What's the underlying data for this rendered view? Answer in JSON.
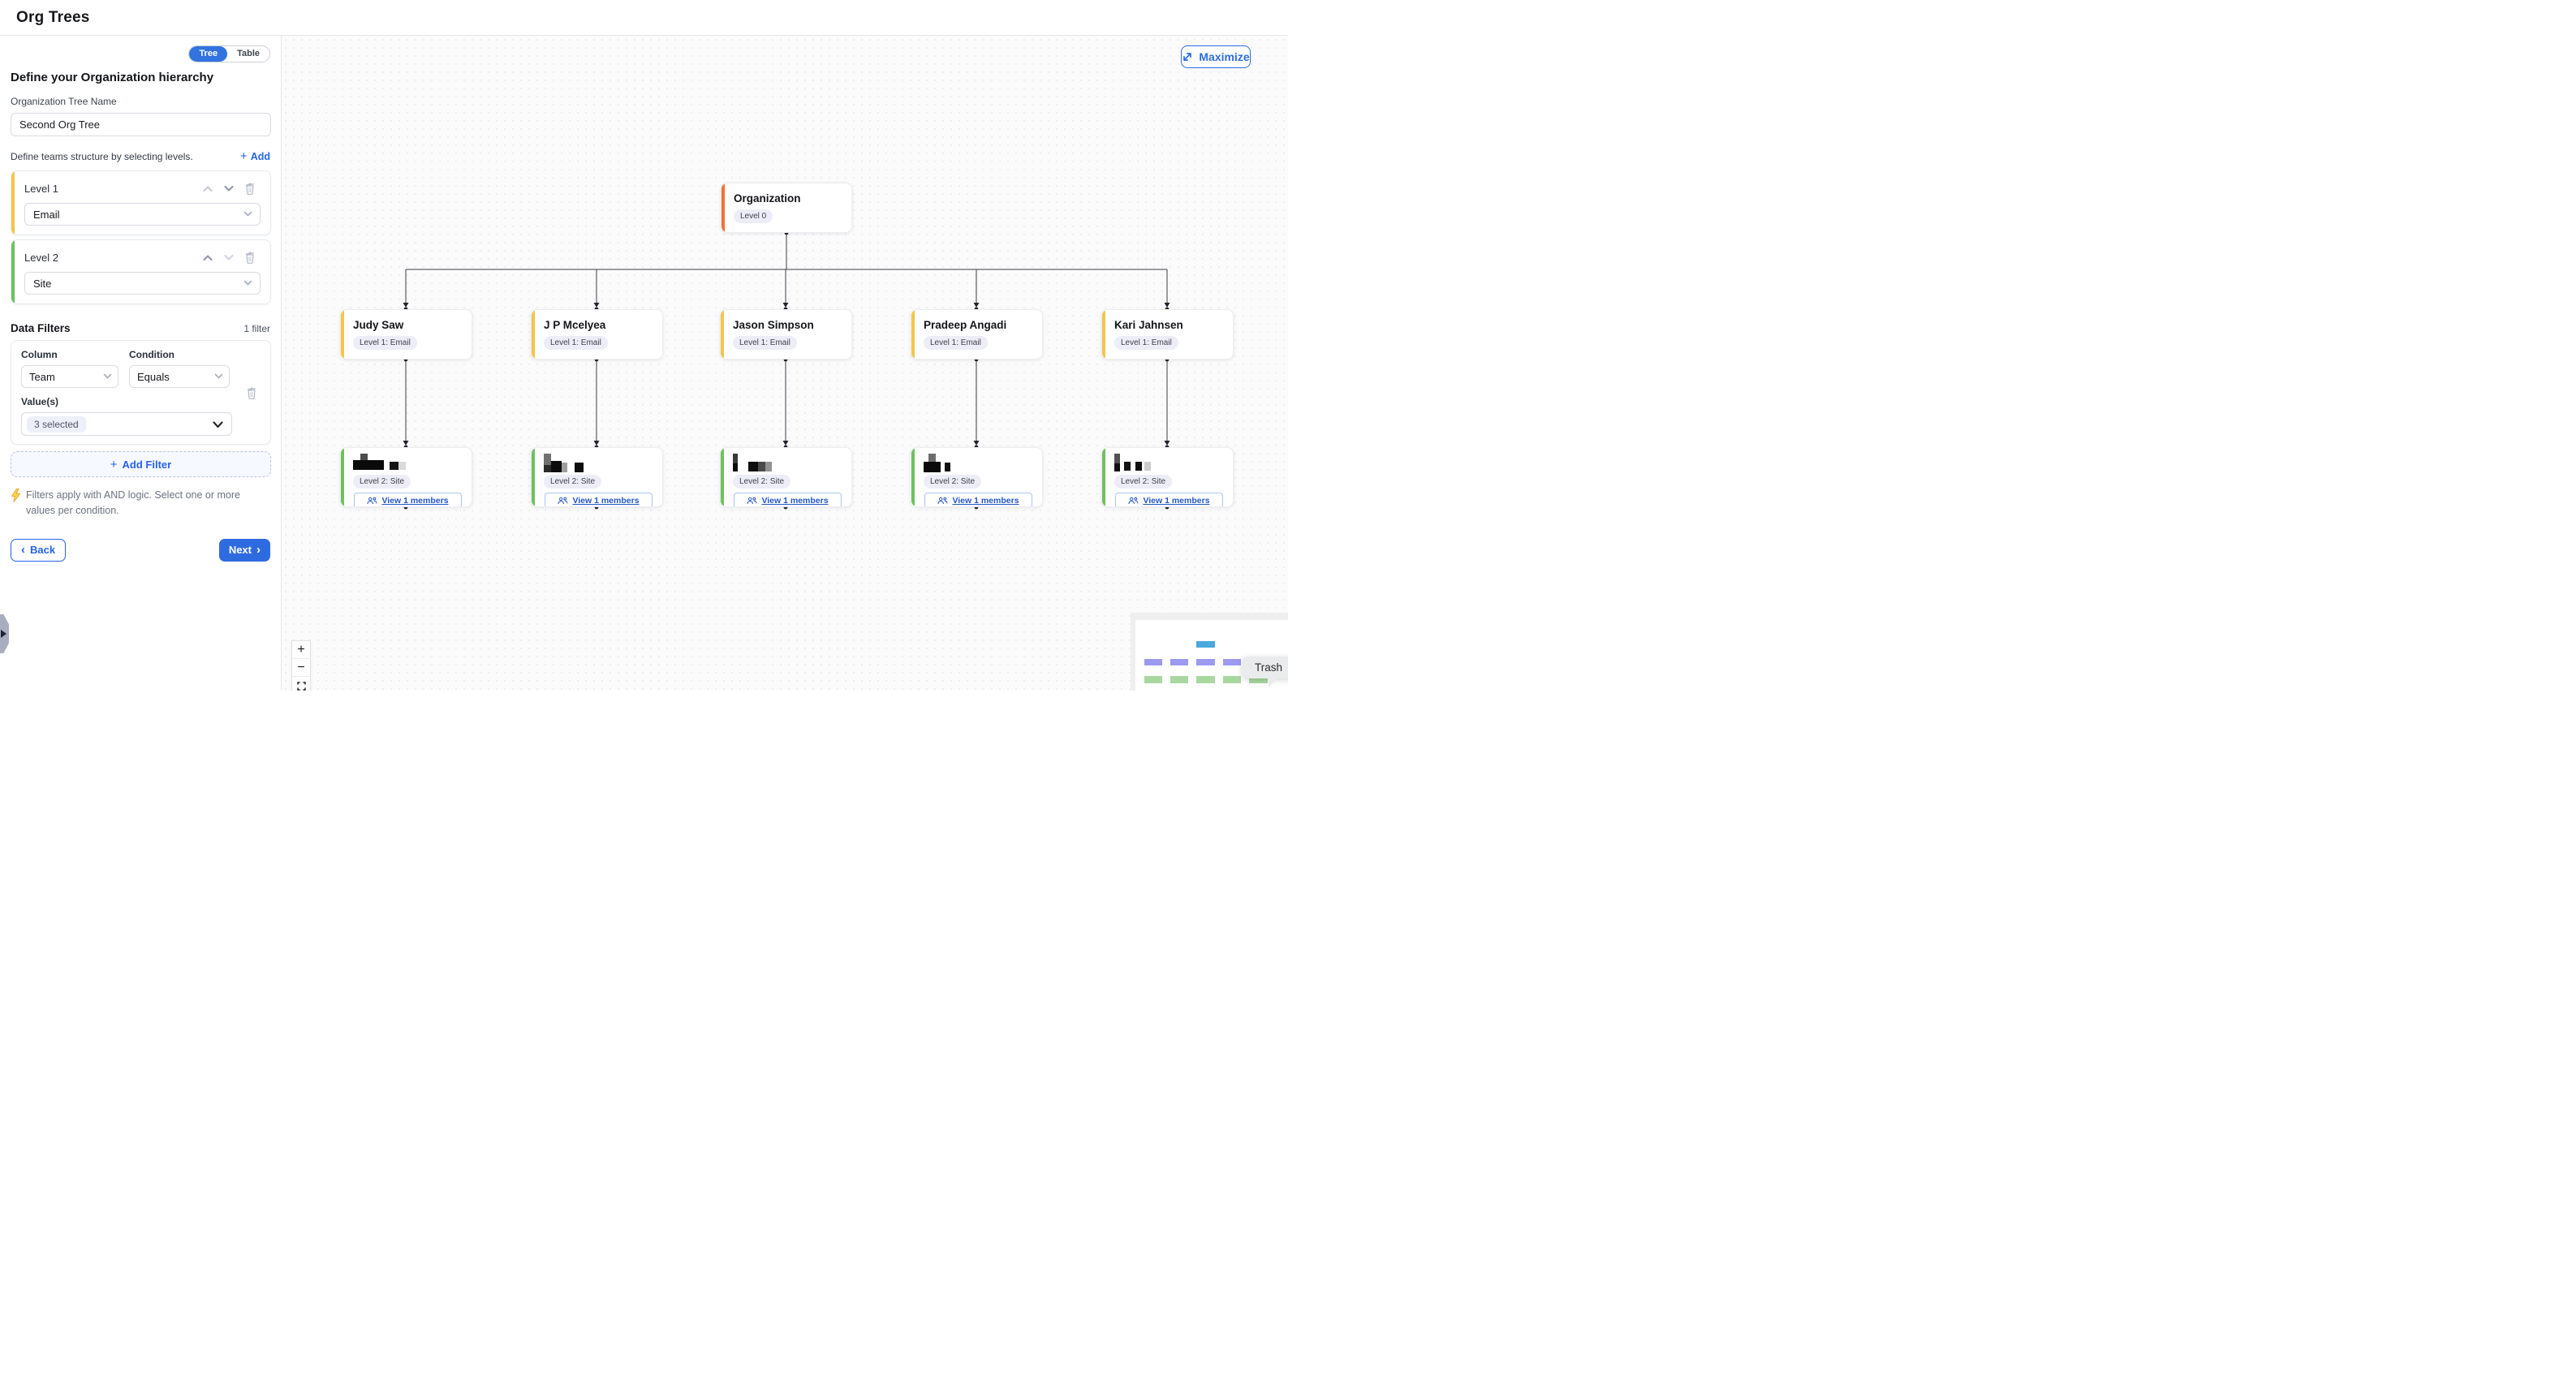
{
  "header": {
    "title": "Org Trees"
  },
  "sidebar": {
    "toggle": {
      "tree": "Tree",
      "table": "Table",
      "selected": "Tree"
    },
    "heading": "Define your Organization hierarchy",
    "tree_name_label": "Organization Tree Name",
    "tree_name_value": "Second Org Tree",
    "levels_hint": "Define teams structure by selecting levels.",
    "add_label": "Add",
    "levels": [
      {
        "label": "Level 1",
        "value": "Email"
      },
      {
        "label": "Level 2",
        "value": "Site"
      }
    ],
    "filters": {
      "title": "Data Filters",
      "count": "1 filter",
      "column_label": "Column",
      "column_value": "Team",
      "condition_label": "Condition",
      "condition_value": "Equals",
      "values_label": "Value(s)",
      "values_value": "3 selected",
      "add_filter": "Add Filter"
    },
    "note": "Filters apply with AND logic. Select one or more values per condition.",
    "back": "Back",
    "next": "Next"
  },
  "canvas": {
    "maximize": "Maximize",
    "zoom_in": "+",
    "zoom_out": "−",
    "tooltip": "Trash"
  },
  "tree": {
    "root": {
      "name": "Organization",
      "badge": "Level 0"
    },
    "children": [
      {
        "name": "Judy Saw",
        "badge": "Level 1: Email",
        "child": {
          "badge": "Level 2: Site",
          "button": "View 1 members",
          "redact": [
            [
              9,
              0,
              9,
              10,
              "#4c4c4c"
            ],
            [
              0,
              8,
              38,
              12,
              "#0a0a0a"
            ],
            [
              45,
              10,
              11,
              10,
              "#141414"
            ],
            [
              56,
              10,
              9,
              10,
              "#dadada"
            ]
          ]
        }
      },
      {
        "name": "J P Mcelyea",
        "badge": "Level 1: Email",
        "child": {
          "badge": "Level 2: Site",
          "button": "View 1 members",
          "redact": [
            [
              0,
              0,
              9,
              16,
              "#707070"
            ],
            [
              0,
              14,
              9,
              9,
              "#2a2a2a"
            ],
            [
              9,
              9,
              13,
              14,
              "#0c0c0c"
            ],
            [
              22,
              11,
              7,
              12,
              "#9e9e9e"
            ],
            [
              38,
              11,
              11,
              12,
              "#0e0e0e"
            ]
          ]
        }
      },
      {
        "name": "Jason Simpson",
        "badge": "Level 1: Email",
        "child": {
          "badge": "Level 2: Site",
          "button": "View 1 members",
          "redact": [
            [
              0,
              0,
              6,
              13,
              "#3a3a3a"
            ],
            [
              0,
              12,
              6,
              10,
              "#0b0b0b"
            ],
            [
              19,
              10,
              12,
              12,
              "#0d0d0d"
            ],
            [
              31,
              10,
              9,
              12,
              "#4a4a4a"
            ],
            [
              40,
              10,
              8,
              12,
              "#919191"
            ]
          ]
        }
      },
      {
        "name": "Pradeep Angadi",
        "badge": "Level 1: Email",
        "child": {
          "badge": "Level 2: Site",
          "button": "View 1 members",
          "redact": [
            [
              6,
              0,
              9,
              12,
              "#6d6d6d"
            ],
            [
              0,
              10,
              21,
              13,
              "#0a0a0a"
            ],
            [
              26,
              11,
              7,
              11,
              "#101010"
            ]
          ]
        }
      },
      {
        "name": "Kari Jahnsen",
        "badge": "Level 1: Email",
        "child": {
          "badge": "Level 2: Site",
          "button": "View 1 members",
          "redact": [
            [
              0,
              0,
              7,
              13,
              "#515151"
            ],
            [
              0,
              12,
              7,
              10,
              "#0f0f0f"
            ],
            [
              12,
              10,
              8,
              11,
              "#131313"
            ],
            [
              26,
              10,
              8,
              11,
              "#0e0e0e"
            ],
            [
              37,
              10,
              8,
              11,
              "#cccccc"
            ]
          ]
        }
      }
    ]
  },
  "colors": {
    "accent_blue": "#2B6CE0",
    "level0_accent": "#EF7136",
    "level1_accent": "#F2C64B",
    "level2_accent": "#6FC15E",
    "badge_bg": "#EDEDF7",
    "edge_line": "#3B3B49",
    "minimap_blue": "#4AA8DC",
    "minimap_purple": "#9C9AF0",
    "minimap_green": "#A8D8A0"
  }
}
